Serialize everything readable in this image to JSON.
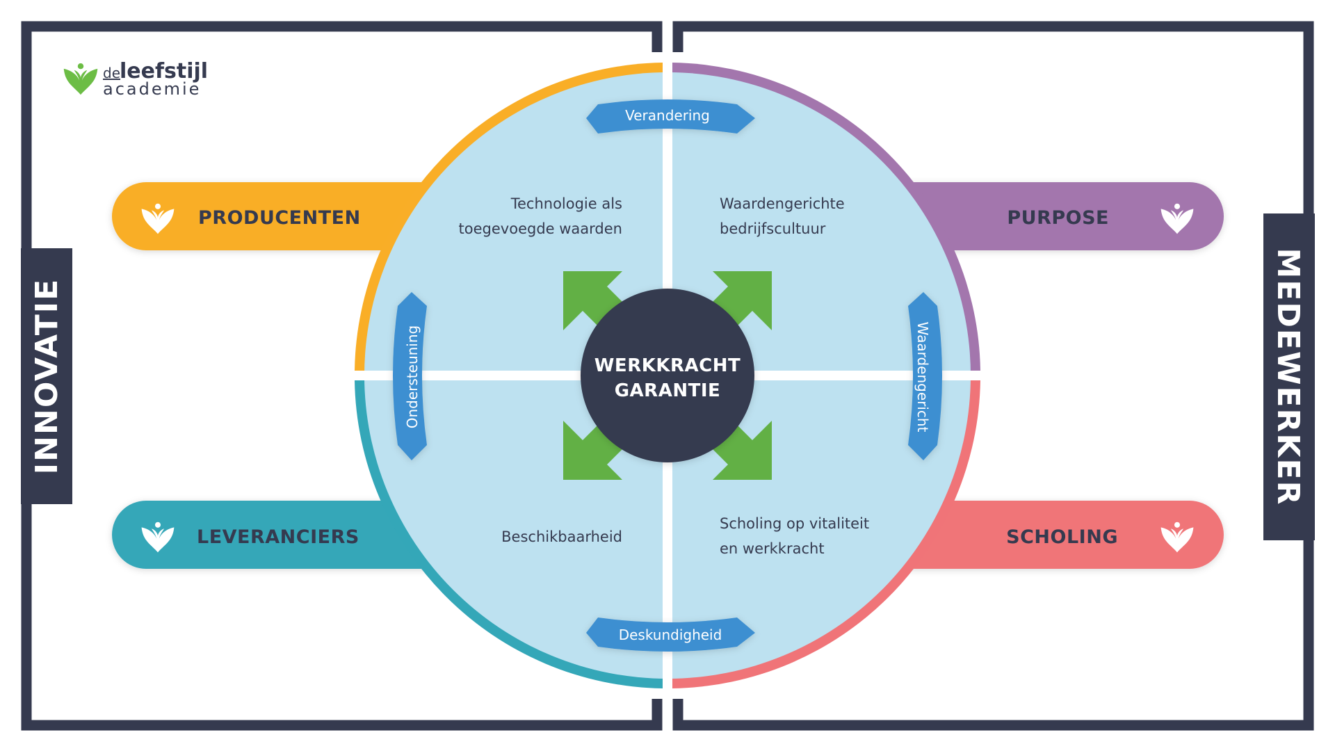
{
  "logo": {
    "prefix": "de",
    "name": "leefstijl",
    "subtitle": "academie",
    "icon": "leaf-person-icon",
    "color": "#6cbd45"
  },
  "side_labels": {
    "left": "INNOVATIE",
    "right": "MEDEWERKER"
  },
  "center": {
    "line1": "WERKKRACHT",
    "line2": "GARANTIE"
  },
  "bars": [
    {
      "label": "PRODUCENTEN",
      "color": "#f9ae27",
      "icon": "leaf-person-icon",
      "side": "left"
    },
    {
      "label": "PURPOSE",
      "color": "#a376ad",
      "icon": "leaf-person-icon",
      "side": "right"
    },
    {
      "label": "LEVERANCIERS",
      "color": "#34a7b8",
      "icon": "leaf-person-icon",
      "side": "left"
    },
    {
      "label": "SCHOLING",
      "color": "#f07478",
      "icon": "leaf-person-icon",
      "side": "right"
    }
  ],
  "quadrants": {
    "top_left": [
      "Technologie als",
      "toegevoegde waarden"
    ],
    "top_right": [
      "Waardengerichte",
      "bedrijfscultuur"
    ],
    "bottom_left": [
      "Beschikbaarheid"
    ],
    "bottom_right": [
      "Scholing op vitaliteit",
      "en werkkracht"
    ]
  },
  "badges": {
    "top": "Verandering",
    "bottom": "Deskundigheid",
    "left": "Ondersteuning",
    "right": "Waardengericht"
  },
  "colors": {
    "frame": "#353a4f",
    "circle_fill": "#bde1f0",
    "badge": "#3d8fd1",
    "arrows": "#62b045",
    "center": "#353a4f"
  }
}
